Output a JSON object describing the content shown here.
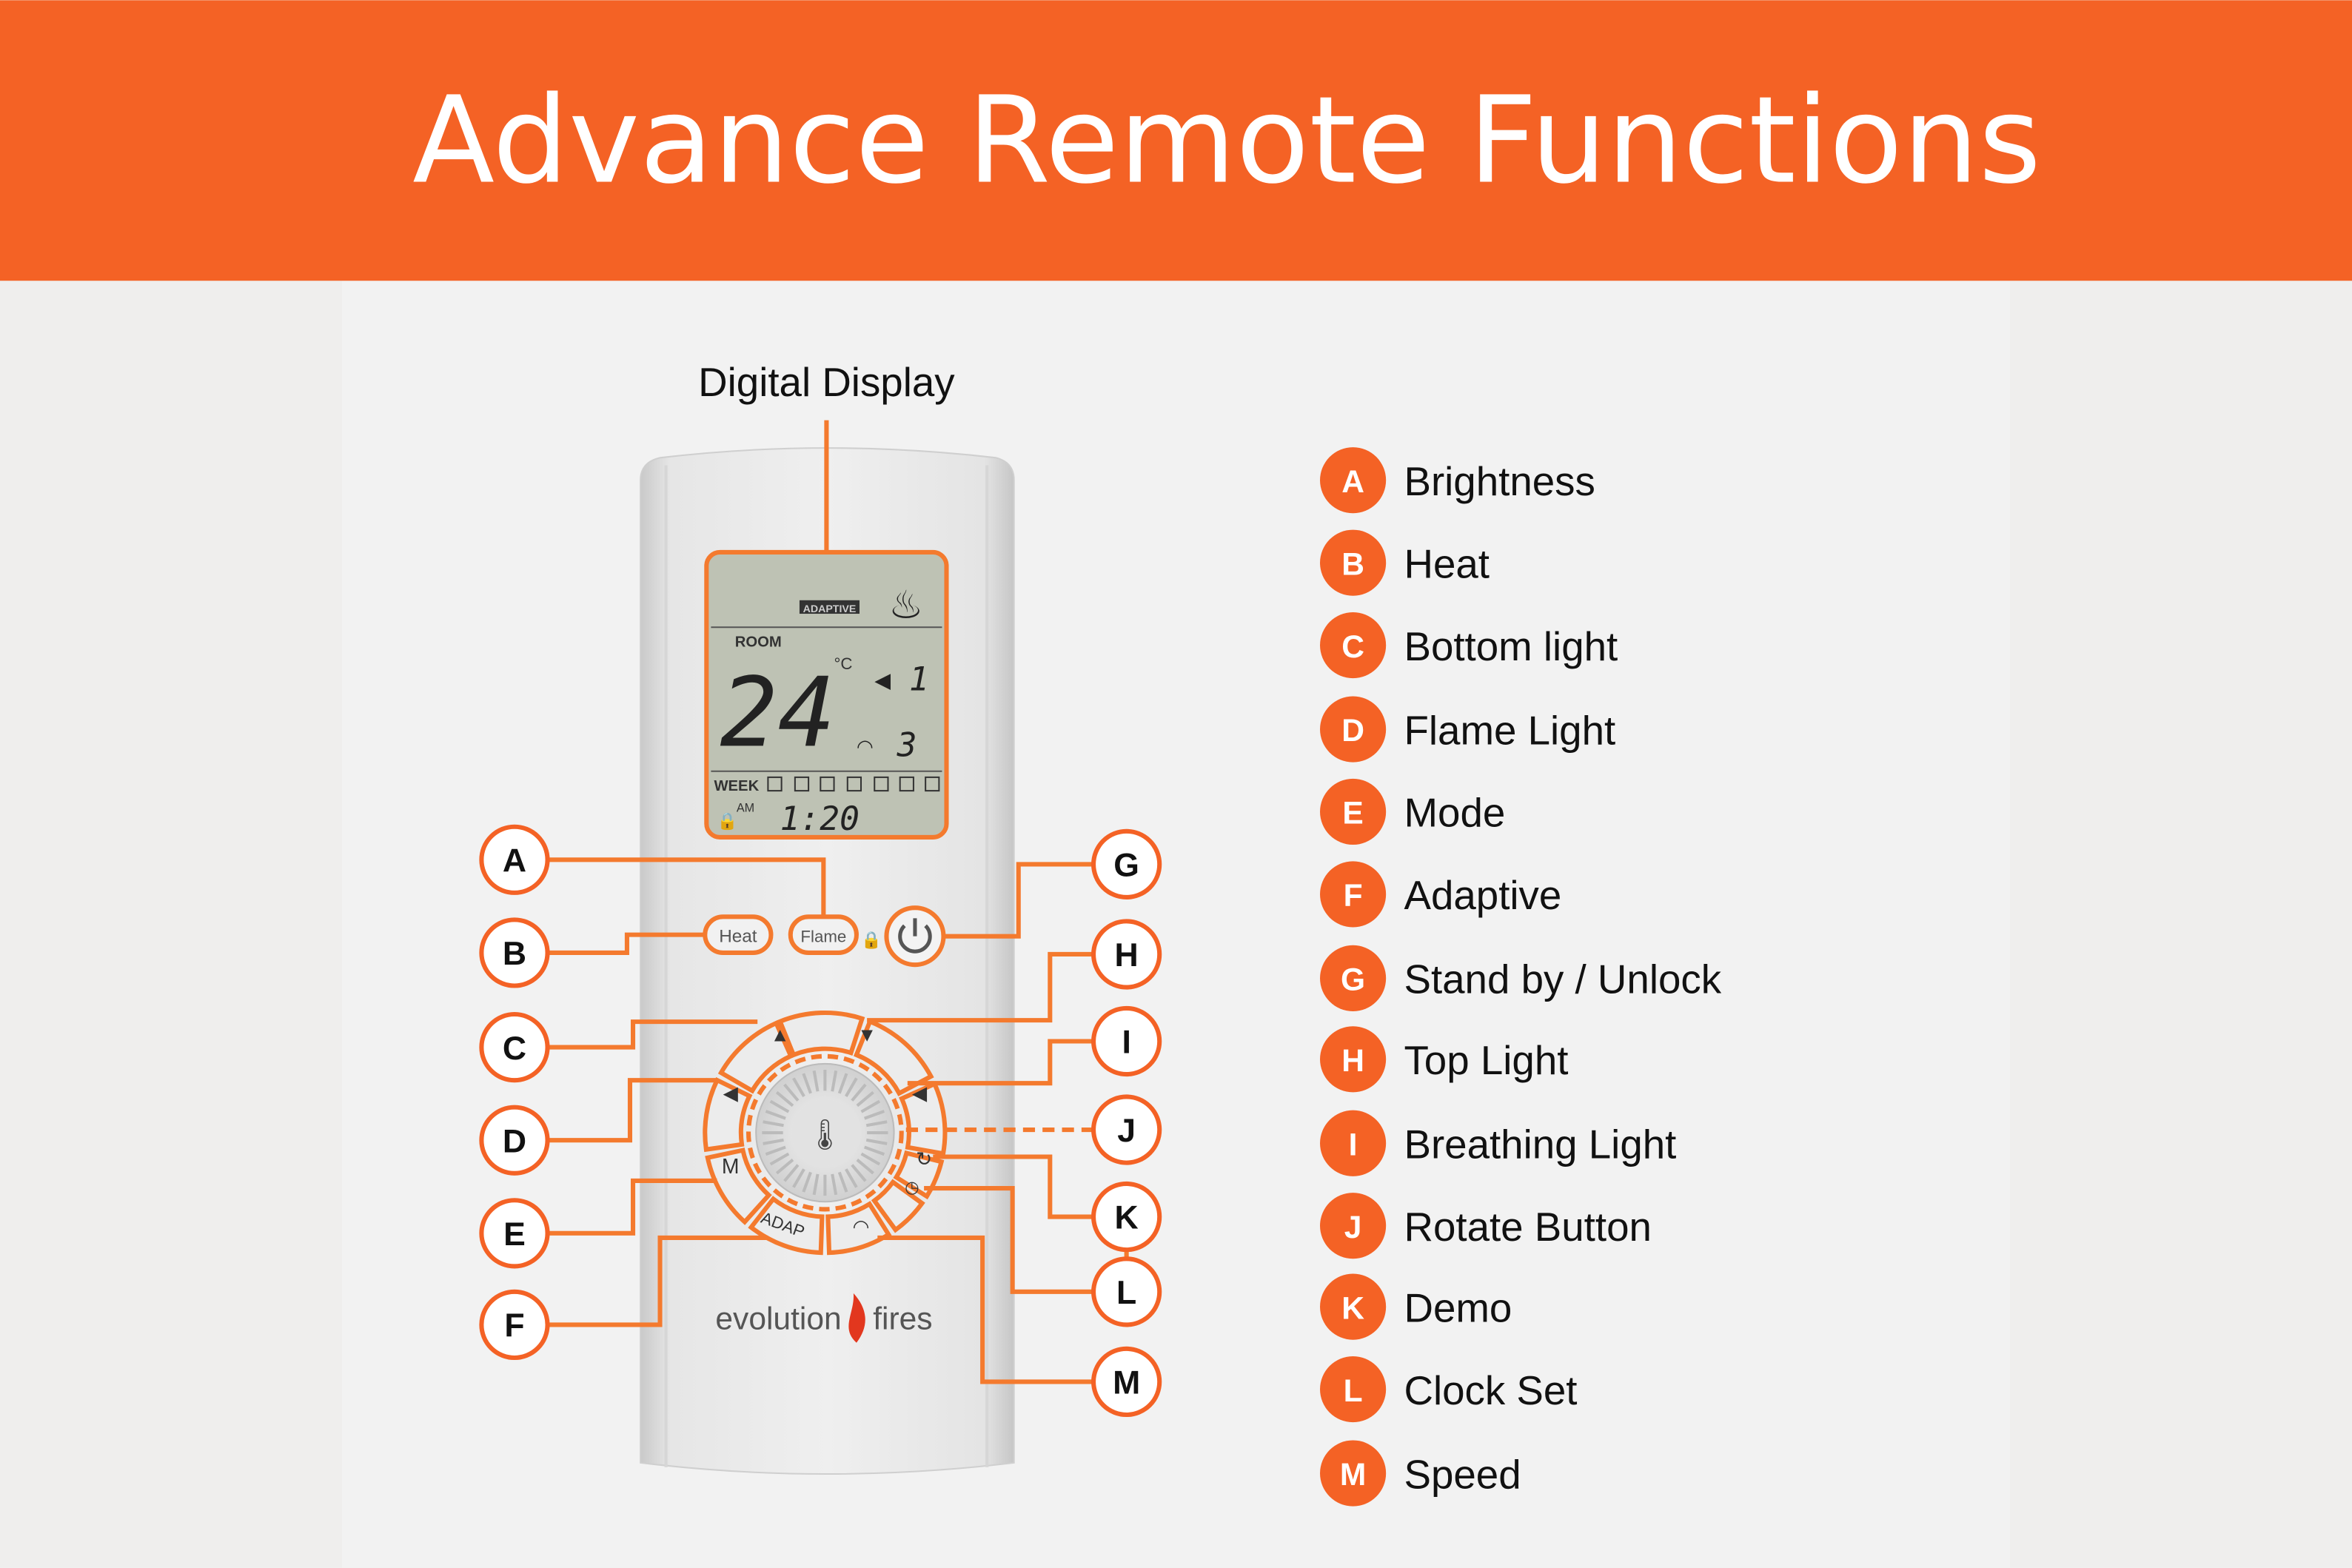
{
  "header": {
    "title": "Advance Remote Functions"
  },
  "colors": {
    "accent": "#F46225",
    "background": "#F1F1F1",
    "lcd": "#BEC2B4"
  },
  "callout_display": "Digital Display",
  "remote": {
    "buttons": {
      "heat": "Heat",
      "flame": "Flame",
      "adap": "ADAP",
      "mode": "M"
    },
    "lcd": {
      "adaptive": "ADAPTIVE",
      "room": "ROOM",
      "temperature": "24",
      "unit": "°C",
      "level": "1",
      "speed": "3",
      "week": "WEEK",
      "ampm": "AM",
      "time": "1:20"
    },
    "brand": {
      "left": "evolution",
      "right": "fires"
    }
  },
  "legend": [
    {
      "letter": "A",
      "label": "Brightness"
    },
    {
      "letter": "B",
      "label": "Heat"
    },
    {
      "letter": "C",
      "label": "Bottom light"
    },
    {
      "letter": "D",
      "label": "Flame Light"
    },
    {
      "letter": "E",
      "label": "Mode"
    },
    {
      "letter": "F",
      "label": "Adaptive"
    },
    {
      "letter": "G",
      "label": "Stand by / Unlock"
    },
    {
      "letter": "H",
      "label": "Top Light"
    },
    {
      "letter": "I",
      "label": "Breathing Light"
    },
    {
      "letter": "J",
      "label": "Rotate Button"
    },
    {
      "letter": "K",
      "label": "Demo"
    },
    {
      "letter": "L",
      "label": "Clock Set"
    },
    {
      "letter": "M",
      "label": "Speed"
    }
  ]
}
